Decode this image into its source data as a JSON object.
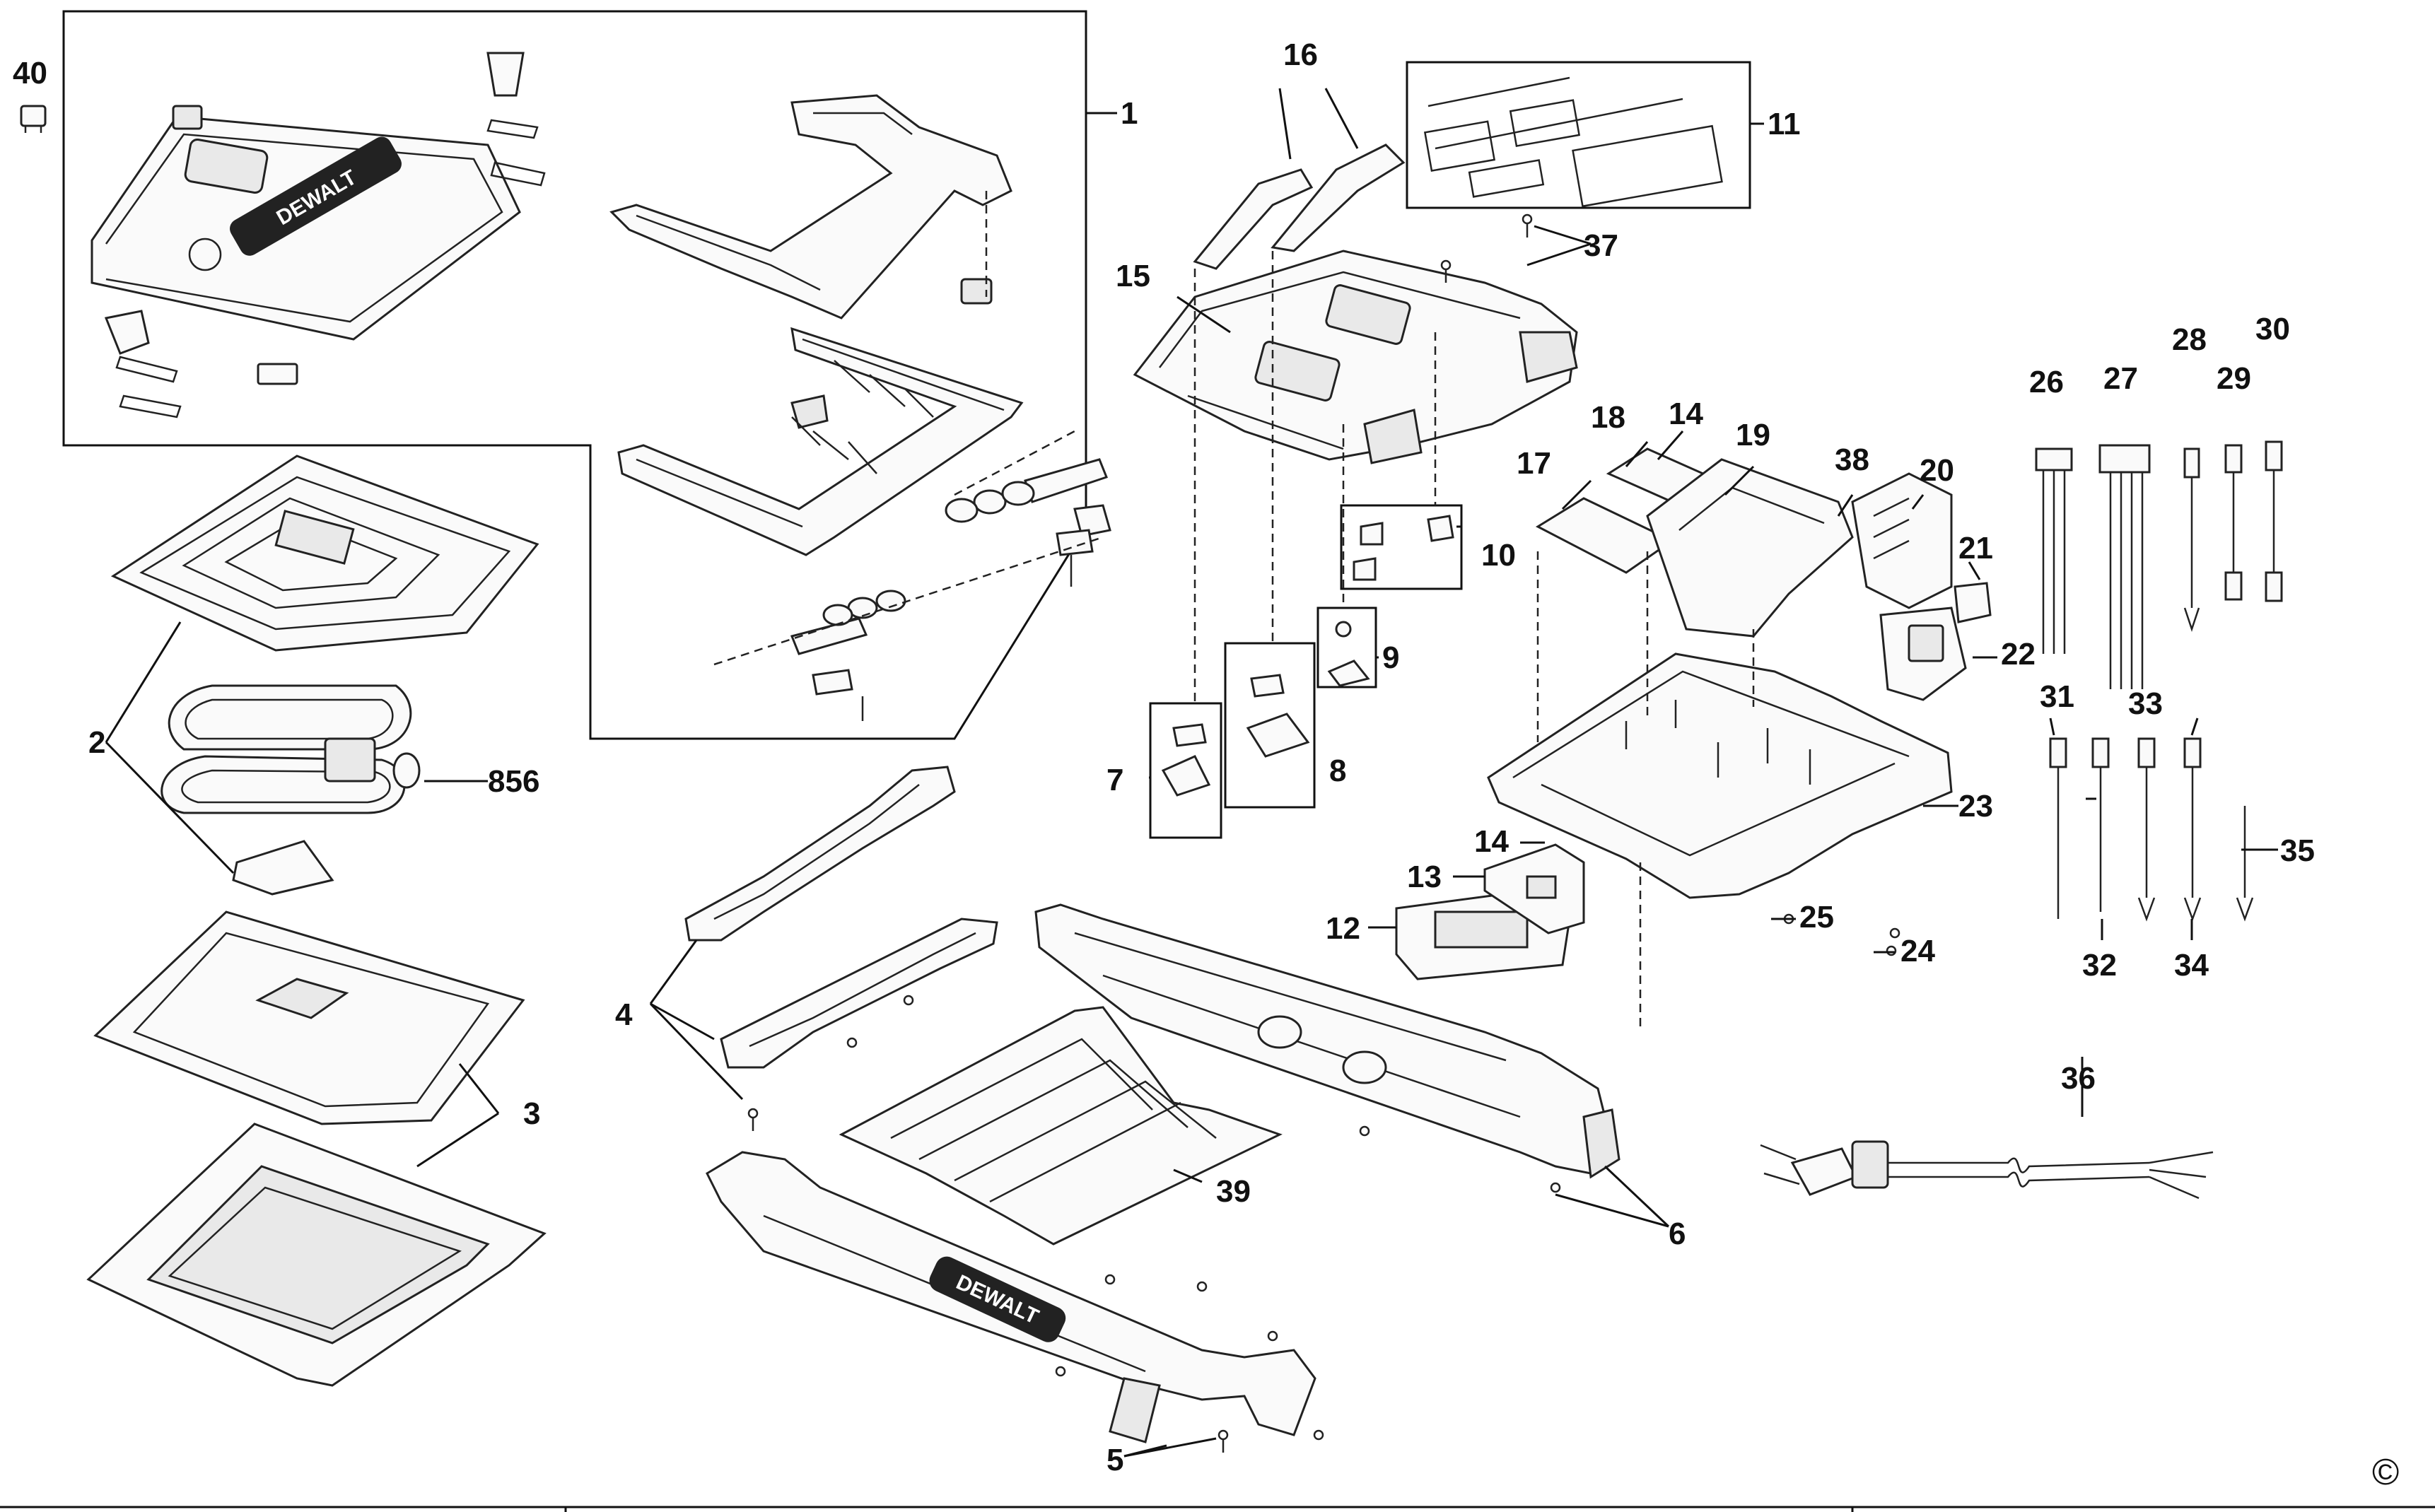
{
  "diagram": {
    "brand_logo": "DEWALT",
    "copyright_symbol": "©",
    "callouts": {
      "c1": "1",
      "c2": "2",
      "c3": "3",
      "c4": "4",
      "c5": "5",
      "c6": "6",
      "c7": "7",
      "c8": "8",
      "c9": "9",
      "c10": "10",
      "c11": "11",
      "c12": "12",
      "c13": "13",
      "c14a": "14",
      "c14b": "14",
      "c15": "15",
      "c16": "16",
      "c17": "17",
      "c18": "18",
      "c19": "19",
      "c20": "20",
      "c21": "21",
      "c22": "22",
      "c23": "23",
      "c24": "24",
      "c25": "25",
      "c26": "26",
      "c27": "27",
      "c28": "28",
      "c29": "29",
      "c30": "30",
      "c31": "31",
      "c32": "32",
      "c33": "33",
      "c34": "34",
      "c35": "35",
      "c36": "36",
      "c37": "37",
      "c39": "39",
      "c38": "38",
      "c40": "40",
      "c856": "856"
    }
  }
}
